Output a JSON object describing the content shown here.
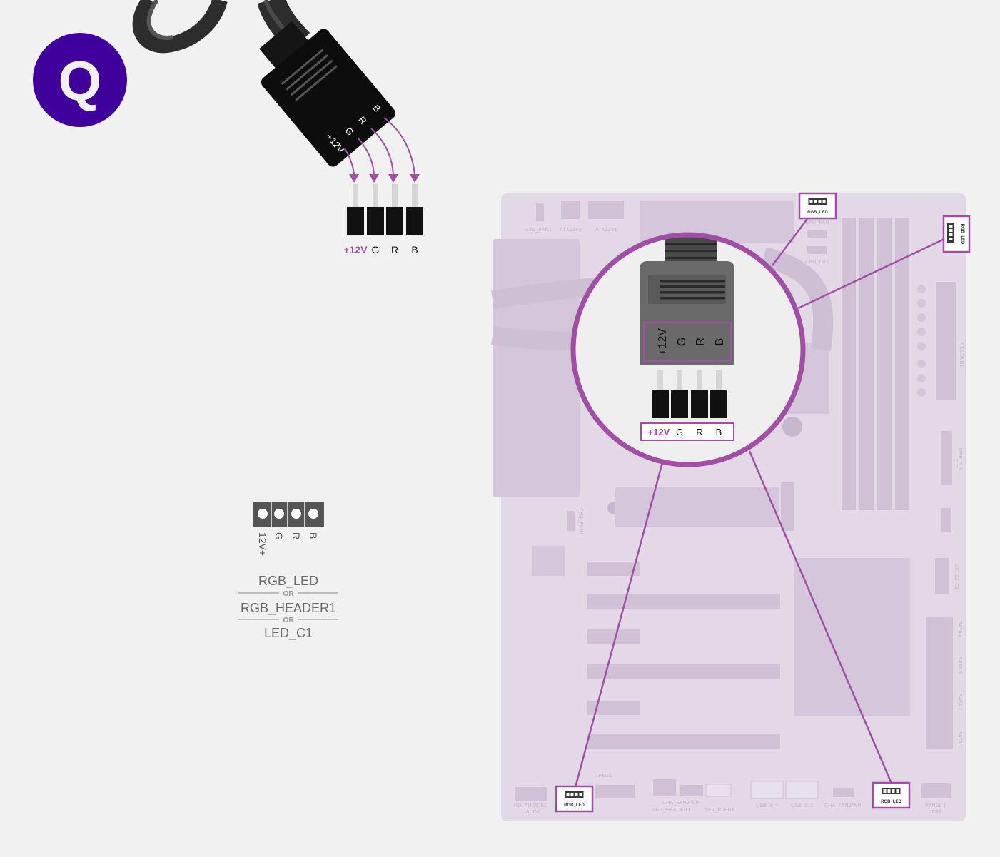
{
  "step_badge": {
    "letter": "Q",
    "color": "#3f009b"
  },
  "colors": {
    "accent": "#a24ea7",
    "board": "#e2d8e6",
    "board_part": "#d3c4da",
    "cable": "#111111",
    "pin": "#d6d6d6"
  },
  "cable_plug": {
    "labels": [
      "+12V",
      "G",
      "R",
      "B"
    ]
  },
  "pin_row_top": {
    "labels": [
      "+12V",
      "G",
      "R",
      "B"
    ]
  },
  "header_legend": {
    "pin_labels": [
      "12V+",
      "G",
      "R",
      "B"
    ],
    "names": [
      "RGB_LED",
      "RGB_HEADER1",
      "LED_C1"
    ],
    "separator": "OR"
  },
  "magnifier": {
    "plug_labels": [
      "+12V",
      "G",
      "R",
      "B"
    ],
    "pin_labels": [
      "+12V",
      "G",
      "R",
      "B"
    ]
  },
  "callouts": [
    {
      "label": "RGB_LED"
    },
    {
      "label": "RGB_LED"
    },
    {
      "label": "RGB_LED"
    },
    {
      "label": "RGB_LED"
    }
  ],
  "board_labels": {
    "sys_fan1": "SYS_FAN1",
    "atx12v2": "ATX12V2",
    "atx12v1": "ATX12V1",
    "cpu_fan": "CPU_FAN",
    "cpu_opt": "CPU_OPT",
    "atxpwr1": "ATXPWR1",
    "usb_5_6": "USB_5_6",
    "cha_fan1": "CHA_FAN1",
    "u31g2_c1": "U31G2_C1",
    "sata4": "SATA 4",
    "sata3": "SATA 3",
    "sata2": "SATA 2",
    "sata1": "SATA 1",
    "hd_audio": "HD_AUDIO01",
    "jaud1": "JAUD1",
    "tpm21": "TPM21",
    "cha_fan2_wp": "CHA_FAN2/WP",
    "rgb_header1": "RGB_HEADER1",
    "spk_pled1": "SPK_PLED1",
    "usb_3_4": "USB_3_4",
    "usb_1_2": "USB_1_2",
    "cha_fan3_wp": "CHA_FAN3/WP",
    "panel1": "PANEL 1",
    "jfp1": "JFP1"
  }
}
